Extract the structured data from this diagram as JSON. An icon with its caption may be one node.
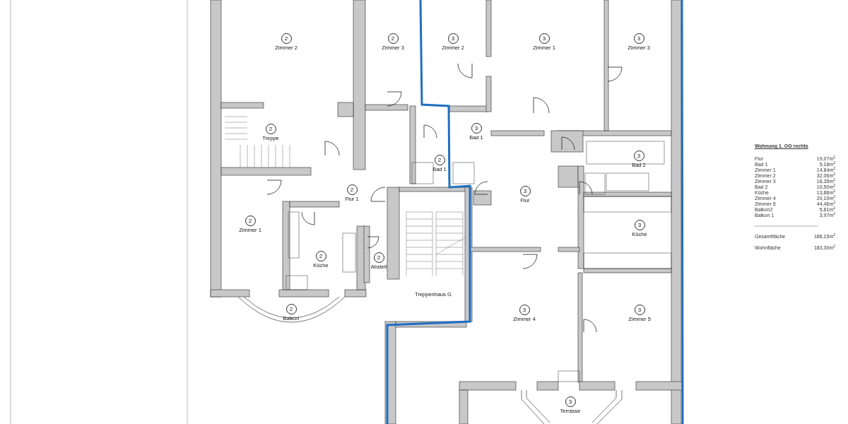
{
  "diagram": {
    "nodes": [
      {
        "text": [
          "2",
          "Zimmer 2"
        ]
      },
      {
        "text": [
          "2",
          "Zimmer 3"
        ]
      },
      {
        "text": [
          "3",
          "Zimmer 2"
        ]
      },
      {
        "text": [
          "3",
          "Zimmer 1"
        ]
      },
      {
        "text": [
          "3",
          "Zimmer 3"
        ]
      },
      {
        "text": [
          "2",
          "Treppe"
        ]
      },
      {
        "text": [
          "3",
          "Bad 1"
        ]
      },
      {
        "text": [
          "2",
          "Bad 1"
        ]
      },
      {
        "text": [
          "3",
          "Bad 2"
        ]
      },
      {
        "text": [
          "2",
          "Flur 1"
        ]
      },
      {
        "text": [
          "3",
          "Flur"
        ]
      },
      {
        "text": [
          "2",
          "Zimmer 1"
        ]
      },
      {
        "text": [
          "3",
          "Küche"
        ]
      },
      {
        "text": [
          "2",
          "Küche"
        ]
      },
      {
        "text": [
          "2",
          "Abstell"
        ]
      },
      {
        "text": [
          "Treppenhaus G"
        ]
      },
      {
        "text": [
          "2",
          "Balkon"
        ]
      },
      {
        "text": [
          "3",
          "Zimmer 4"
        ]
      },
      {
        "text": [
          "3",
          "Zimmer 5"
        ]
      },
      {
        "text": [
          "3",
          "Terrasse"
        ]
      }
    ],
    "edges": [],
    "labels": [
      "Wohnung 1. OG rechts",
      "Flur",
      "19,07m$^{2}$",
      "Bad 1",
      "5,16m$^{2}$",
      "Zimmer 1",
      "14,84m$^{2}$",
      "Zimmer 2",
      "32,06m$^{2}$",
      "Zimmer 3",
      "18,35m$^{2}$",
      "Bad 2",
      "10,50m$^{2}$",
      "Küche",
      "13,88m$^{2}$",
      "Zimmer 4",
      "20,10m$^{2}$",
      "Zimmer 5",
      "44,46m$^{2}$",
      "Balkon2",
      "5,81m$^{2}$",
      "Balkon 1",
      "3,97m$^{2}$",
      "Gesamtfläche",
      "188,15m$^{2}$",
      "Wohnfläche",
      "183,30m$^{2}$"
    ]
  }
}
